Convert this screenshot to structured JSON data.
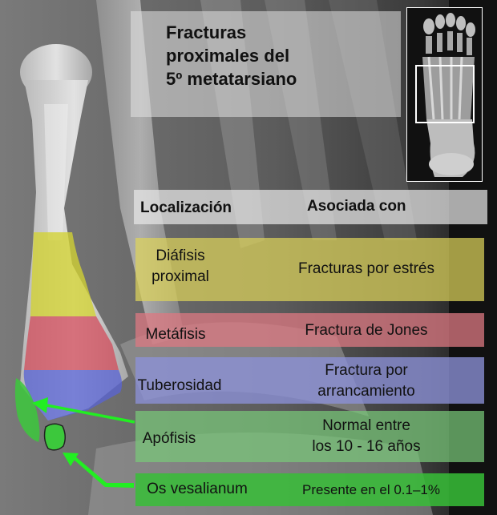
{
  "title": {
    "line1": "Fracturas",
    "line2": "proximales del",
    "line3": "5º metatarsiano"
  },
  "table": {
    "header_location": "Localización",
    "header_associated": "Asociada con",
    "rows": [
      {
        "location_lines": [
          "Diáfisis",
          "proximal"
        ],
        "associated_lines": [
          "Fracturas por estrés"
        ],
        "color": "#dcd25a"
      },
      {
        "location_lines": [
          "Metáfisis"
        ],
        "associated_lines": [
          "Fractura de Jones"
        ],
        "color": "#dc7882"
      },
      {
        "location_lines": [
          "Tuberosidad"
        ],
        "associated_lines": [
          "Fractura por",
          "arrancamiento"
        ],
        "color": "#8c91d7"
      },
      {
        "location_lines": [
          "Apófisis"
        ],
        "associated_lines": [
          "Normal entre",
          "los 10 - 16 años"
        ],
        "color": "#78c878"
      },
      {
        "location_lines": [
          "Os vesalianum"
        ],
        "associated_lines": [
          "Presente en el 0.1–1%"
        ],
        "color": "#37be37"
      }
    ]
  },
  "colors": {
    "arrow": "#22ee22",
    "bone_yellow": "#d2d232",
    "bone_red": "#d24b5a",
    "bone_blue": "#5a64d2",
    "bone_green": "#3cc83c"
  },
  "icons": {
    "inset": "foot-xray-thumbnail",
    "arrows": "arrow-left"
  }
}
